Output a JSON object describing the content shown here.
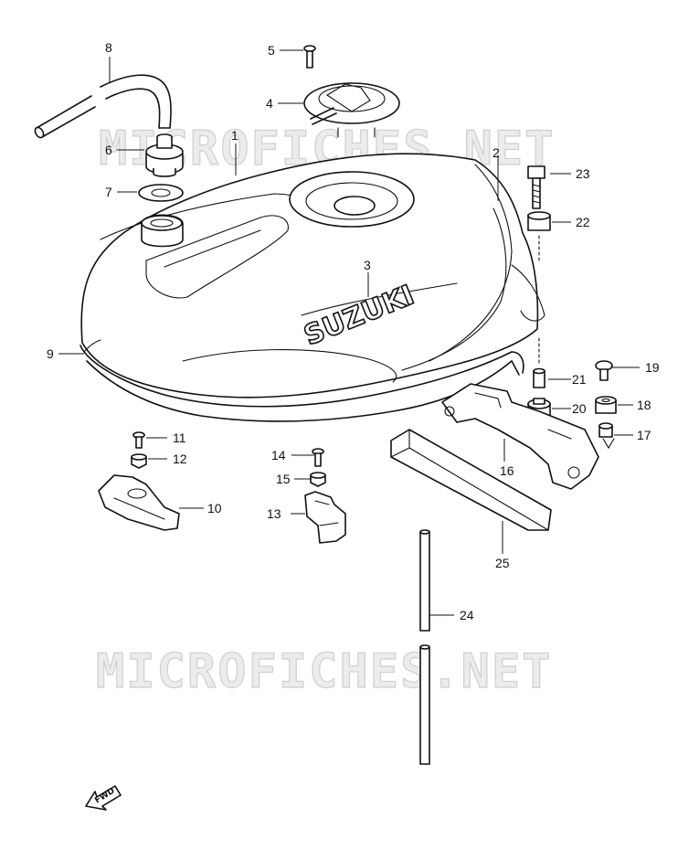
{
  "watermark": "MICROFICHES.NET",
  "brand_text": "SUZUKI",
  "fwd_label": "FWD",
  "labels": {
    "p1": "1",
    "p2": "2",
    "p3": "3",
    "p4": "4",
    "p5": "5",
    "p6": "6",
    "p7": "7",
    "p8": "8",
    "p9": "9",
    "p10": "10",
    "p11": "11",
    "p12": "12",
    "p13": "13",
    "p14": "14",
    "p15": "15",
    "p16": "16",
    "p17": "17",
    "p18": "18",
    "p19": "19",
    "p20": "20",
    "p21": "21",
    "p22": "22",
    "p23": "23",
    "p24": "24",
    "p25": "25"
  }
}
